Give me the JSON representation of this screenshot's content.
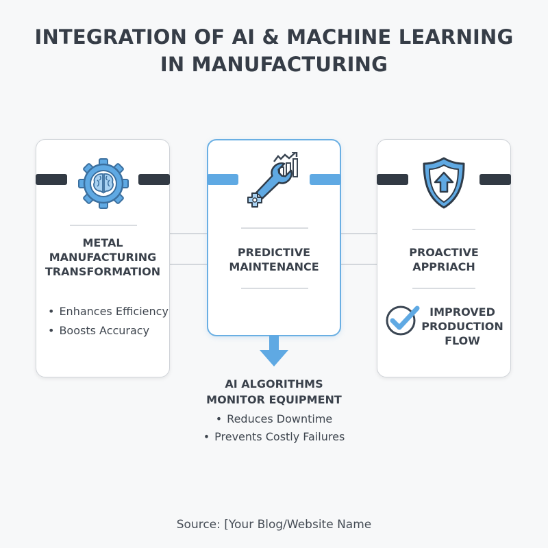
{
  "title": {
    "line1": "INTEGRATION OF AI & MACHINE LEARNING",
    "line2": "IN MANUFACTURING"
  },
  "cards": {
    "left": {
      "icon": "gear-brain-icon",
      "heading": [
        "METAL",
        "MANUFACTURING",
        "TRANSFORMATION"
      ],
      "bullets": [
        "Enhances Efficiency",
        "Boosts Accuracy"
      ]
    },
    "middle": {
      "icon": "wrench-chart-icon",
      "heading": [
        "PREDICTIVE",
        "MAINTENANCE"
      ]
    },
    "right": {
      "icon": "shield-arrow-icon",
      "heading": [
        "PROACTIVE",
        "APPRIACH"
      ],
      "result_icon": "check-circle-icon",
      "result": [
        "IMPROVED",
        "PRODUCTION",
        "FLOW"
      ]
    }
  },
  "below_middle": {
    "heading": [
      "AI ALGORITHMS",
      "MONITOR EQUIPMENT"
    ],
    "bullets": [
      "Reduces Downtime",
      "Prevents Costly Failures"
    ]
  },
  "source": "Source: [Your Blog/Website Name",
  "colors": {
    "accent_blue": "#5fa9e3",
    "dark_tab": "#323a44",
    "card_border": "#cfd3d8",
    "text": "#3a414b"
  }
}
